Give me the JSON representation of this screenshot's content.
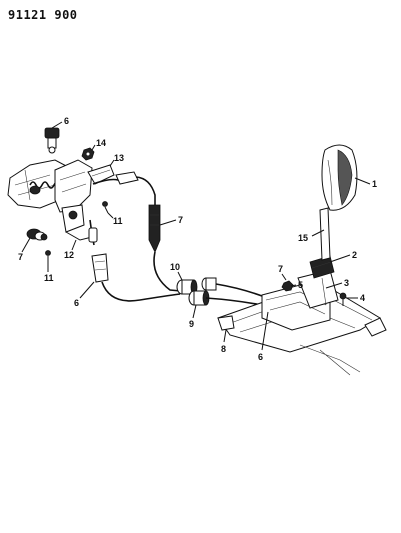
{
  "document_id": "91121 900",
  "callouts": [
    {
      "id": "c1",
      "label": "1"
    },
    {
      "id": "c2",
      "label": "2"
    },
    {
      "id": "c3",
      "label": "3"
    },
    {
      "id": "c4",
      "label": "4"
    },
    {
      "id": "c5",
      "label": "5"
    },
    {
      "id": "c6a",
      "label": "6"
    },
    {
      "id": "c6b",
      "label": "6"
    },
    {
      "id": "c6c",
      "label": "6"
    },
    {
      "id": "c7a",
      "label": "7"
    },
    {
      "id": "c7b",
      "label": "7"
    },
    {
      "id": "c7c",
      "label": "7"
    },
    {
      "id": "c8",
      "label": "8"
    },
    {
      "id": "c9",
      "label": "9"
    },
    {
      "id": "c10",
      "label": "10"
    },
    {
      "id": "c11a",
      "label": "11"
    },
    {
      "id": "c11b",
      "label": "11"
    },
    {
      "id": "c12",
      "label": "12"
    },
    {
      "id": "c13",
      "label": "13"
    },
    {
      "id": "c14",
      "label": "14"
    },
    {
      "id": "c15",
      "label": "15"
    }
  ]
}
